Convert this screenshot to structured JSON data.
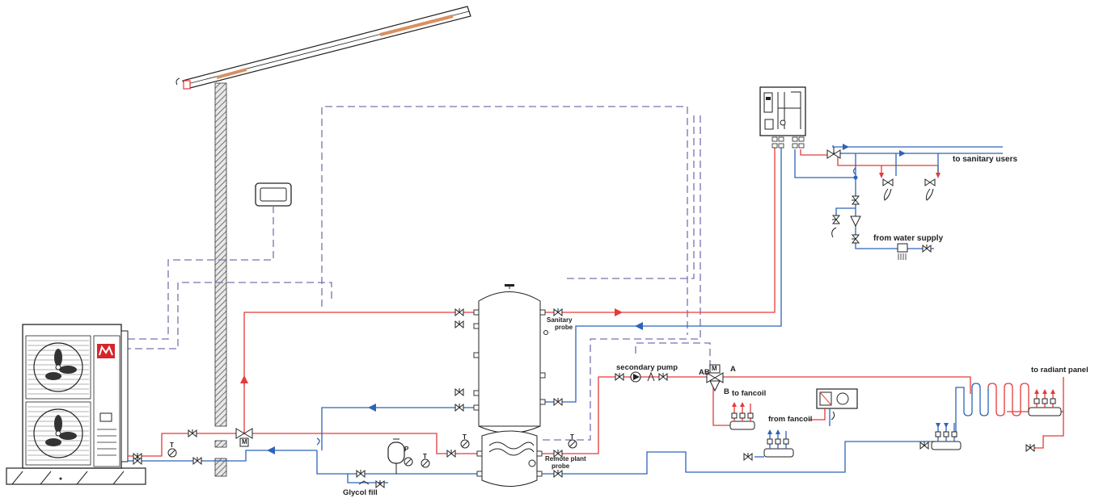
{
  "labels": {
    "sanitary_users": "to sanitary users",
    "water_supply": "from water supply",
    "sanitary_probe_1": "Sanitary",
    "sanitary_probe_2": "probe",
    "secondary_pump": "secondary pump",
    "valve_ab": "AB",
    "valve_a": "A",
    "valve_b": "B",
    "valve_m": "M",
    "heat_pump_valve_m": "M",
    "to_fancoil": "to fancoil",
    "from_fancoil": "from fancoil",
    "to_radiant_panel": "to radiant panel",
    "remote_plant_1": "Remote plant",
    "remote_plant_2": "probe",
    "glycol_fill": "Glycol fill",
    "gauge_t1": "T",
    "gauge_t2": "T",
    "gauge_t3": "T",
    "gauge_t4": "T",
    "gauge_p": "P"
  },
  "colors": {
    "flow": "#e53a3a",
    "return": "#2e63b8",
    "signal": "#7a72ad",
    "brand": "#d7252a"
  }
}
